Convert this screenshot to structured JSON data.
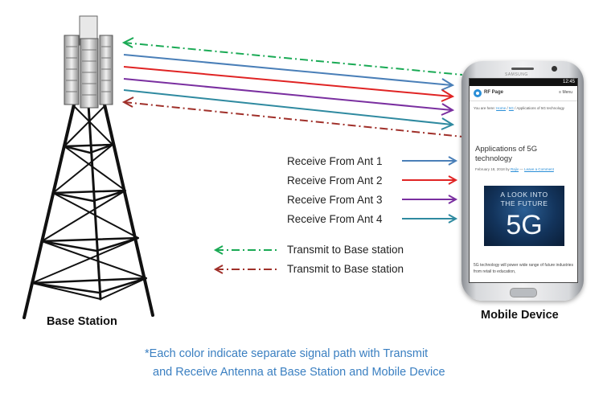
{
  "labels": {
    "base_station": "Base Station",
    "mobile_device": "Mobile Device"
  },
  "legend": [
    {
      "text": "Receive From Ant 1",
      "color": "#4a7fb8",
      "style": "solid"
    },
    {
      "text": "Receive From Ant 2",
      "color": "#e02424",
      "style": "solid"
    },
    {
      "text": "Receive From Ant 3",
      "color": "#7a2fa0",
      "style": "solid"
    },
    {
      "text": "Receive From Ant 4",
      "color": "#2f8aa0",
      "style": "solid"
    },
    {
      "text": "Transmit to Base station",
      "color": "#1aaa55",
      "style": "dash-dot"
    },
    {
      "text": "Transmit to Base station",
      "color": "#a0302a",
      "style": "dash-dot"
    }
  ],
  "footnote": {
    "line1": "*Each color indicate separate signal path with Transmit",
    "line2": "and Receive Antenna at Base Station and Mobile Device"
  },
  "phone": {
    "brand": "SAMSUNG",
    "status_time": "12:45",
    "site_title": "RF Page",
    "menu": "≡ Menu",
    "breadcrumb_prefix": "You are here: ",
    "breadcrumb_home": "Home",
    "breadcrumb_sep1": " / ",
    "breadcrumb_section": "5G",
    "breadcrumb_rest": " / Applications of 5G technology",
    "article_title": "Applications of 5G technology",
    "post_date": "February 18, 2018 by ",
    "post_author": "Rajiv",
    "post_dash": " — ",
    "post_comment": "Leave a Comment",
    "hero_line1": "A LOOK INTO",
    "hero_line2": "THE FUTURE",
    "hero_5g": "5G",
    "body_text": "5G technology will power wide range of future industries from retail to education,"
  }
}
